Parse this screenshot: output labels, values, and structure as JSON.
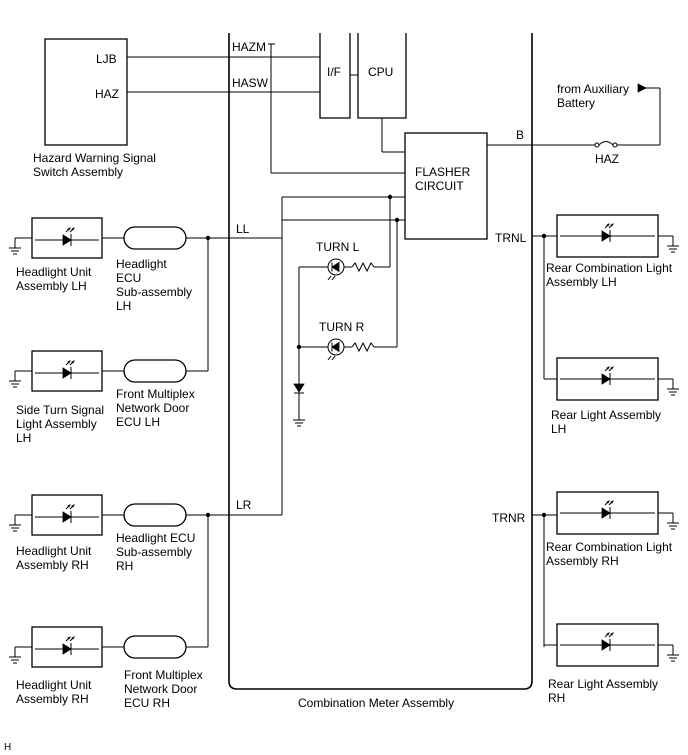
{
  "labels": {
    "hazard_switch_line1": "Hazard Warning Signal",
    "hazard_switch_line2": "Switch Assembly",
    "ljb": "LJB",
    "haz_pin": "HAZ",
    "hazm": "HAZM",
    "hasw": "HASW",
    "if": "I/F",
    "cpu": "CPU",
    "aux_line1": "from Auxiliary",
    "aux_line2": "Battery",
    "b_pin": "B",
    "haz_fuse": "HAZ",
    "flasher_line1": "FLASHER",
    "flasher_line2": "CIRCUIT",
    "ll": "LL",
    "lr": "LR",
    "trnl": "TRNL",
    "trnr": "TRNR",
    "turn_l": "TURN L",
    "turn_r": "TURN R",
    "combination_meter": "Combination Meter Assembly",
    "corner": "H"
  },
  "left_lamps": [
    {
      "lines": [
        "Headlight Unit",
        "Assembly LH"
      ]
    },
    {
      "lines": [
        "Side Turn Signal",
        "Light Assembly",
        "LH"
      ]
    },
    {
      "lines": [
        "Headlight Unit",
        "Assembly RH"
      ]
    },
    {
      "lines": [
        "Headlight Unit",
        "Assembly RH"
      ]
    }
  ],
  "ecus": [
    {
      "lines": [
        "Headlight",
        "ECU",
        "Sub-assembly",
        "LH"
      ]
    },
    {
      "lines": [
        "Front Multiplex",
        "Network Door",
        "ECU LH"
      ]
    },
    {
      "lines": [
        "Headlight ECU",
        "Sub-assembly",
        "RH"
      ]
    },
    {
      "lines": [
        "Front Multiplex",
        "Network Door",
        "ECU RH"
      ]
    }
  ],
  "right_lamps": [
    {
      "lines": [
        "Rear Combination Light",
        "Assembly LH"
      ]
    },
    {
      "lines": [
        "Rear Light Assembly",
        "LH"
      ]
    },
    {
      "lines": [
        "Rear Combination Light",
        "Assembly RH"
      ]
    },
    {
      "lines": [
        "Rear Light Assembly",
        "RH"
      ]
    }
  ]
}
